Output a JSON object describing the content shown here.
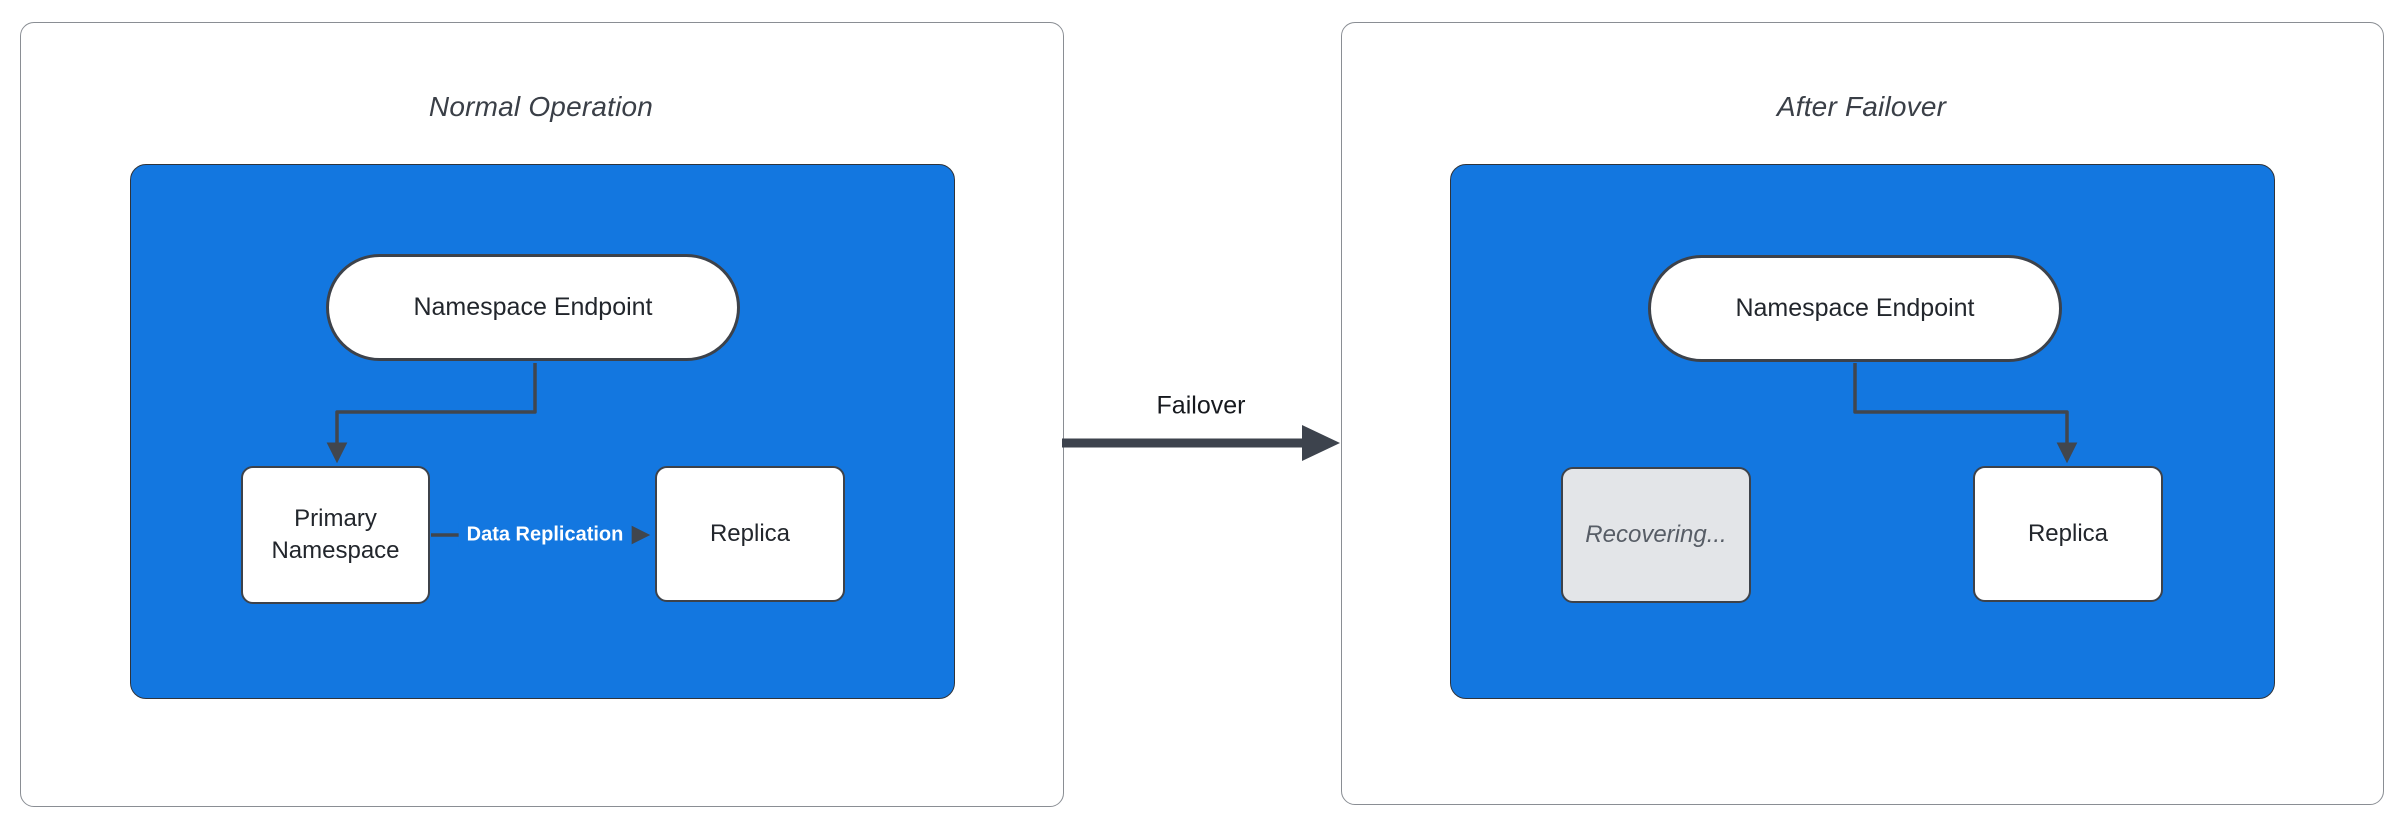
{
  "colors": {
    "group_fill": "#1377e0",
    "connector_stroke": "#41464d",
    "node_border": "#3d424a",
    "recovering_fill": "#e3e5e8",
    "panel_border": "#8a8e94",
    "edge_label_text": "#ffffff",
    "title_text": "#3a3f47"
  },
  "panels": [
    {
      "title": "Normal Operation",
      "nodes": {
        "endpoint": "Namespace Endpoint",
        "primary": "Primary Namespace",
        "replica": "Replica"
      },
      "edge_labels": {
        "replication": "Data Replication"
      }
    },
    {
      "title": "After Failover",
      "nodes": {
        "endpoint": "Namespace Endpoint",
        "recovering": "Recovering...",
        "replica": "Replica"
      }
    }
  ],
  "transition": {
    "label": "Failover"
  }
}
